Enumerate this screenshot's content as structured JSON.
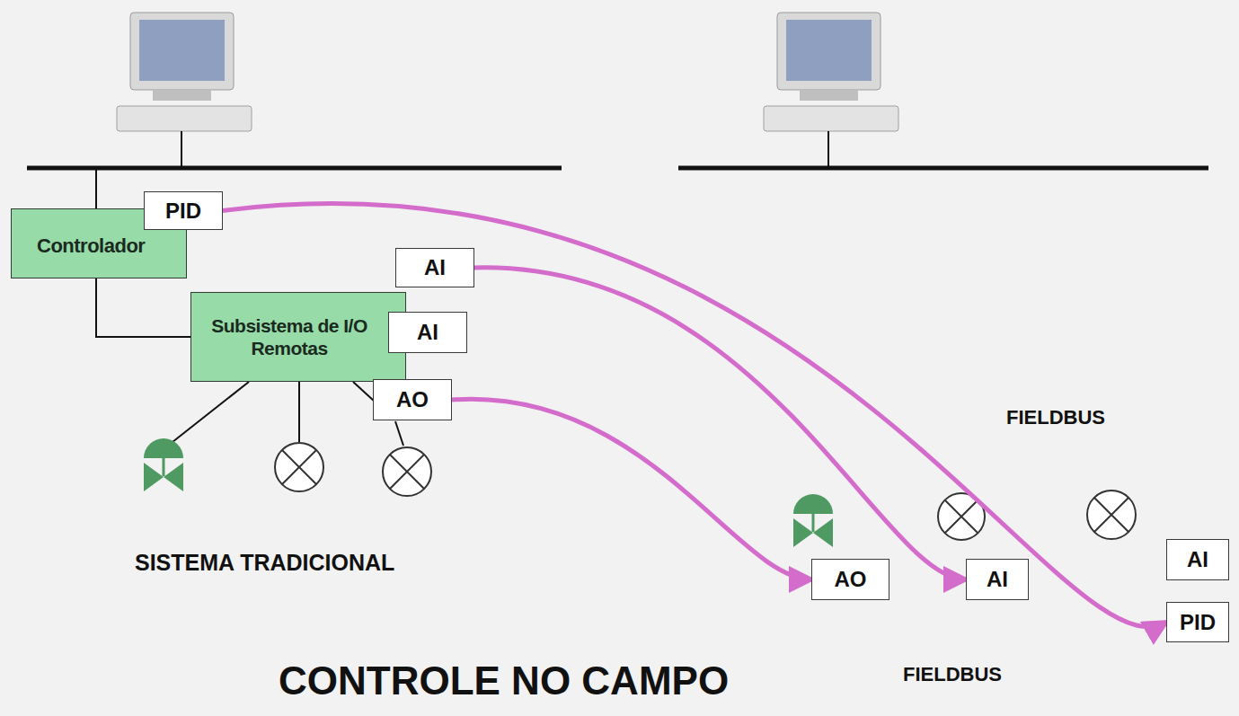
{
  "diagram": {
    "title": "CONTROLE NO CAMPO",
    "nodes": [
      {
        "text": [
          "PID"
        ]
      },
      {
        "text": [
          "Controlador"
        ]
      },
      {
        "text": [
          "AI"
        ]
      },
      {
        "text": [
          "Subsistema de I/O Remotas"
        ]
      },
      {
        "text": [
          "AI"
        ]
      },
      {
        "text": [
          "AO"
        ]
      },
      {
        "text": [
          "AO"
        ]
      },
      {
        "text": [
          "AI"
        ]
      },
      {
        "text": [
          "AI"
        ]
      },
      {
        "text": [
          "PID"
        ]
      }
    ],
    "edges": [
      {
        "from": 1,
        "to": 3,
        "arrow": "none"
      },
      {
        "from": 0,
        "to": 9,
        "arrow": "to"
      },
      {
        "from": 2,
        "to": 7,
        "arrow": "to"
      },
      {
        "from": 5,
        "to": 6,
        "arrow": "to"
      }
    ],
    "labels": [
      "SISTEMA TRADICIONAL",
      "FIELDBUS",
      "FIELDBUS"
    ]
  }
}
